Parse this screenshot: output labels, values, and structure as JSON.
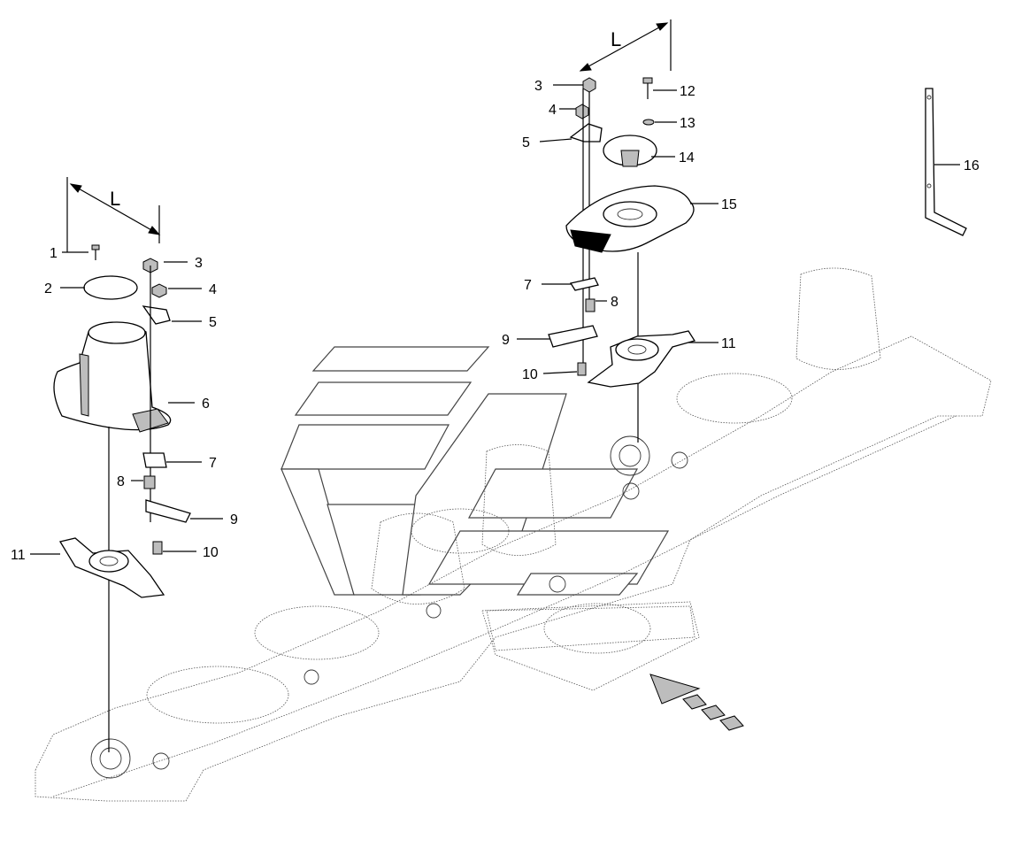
{
  "dimension_label": "L",
  "callouts": {
    "left": [
      {
        "n": "1"
      },
      {
        "n": "2"
      },
      {
        "n": "3"
      },
      {
        "n": "4"
      },
      {
        "n": "5"
      },
      {
        "n": "6"
      },
      {
        "n": "7"
      },
      {
        "n": "8"
      },
      {
        "n": "9"
      },
      {
        "n": "10"
      },
      {
        "n": "11"
      }
    ],
    "right": [
      {
        "n": "3"
      },
      {
        "n": "4"
      },
      {
        "n": "5"
      },
      {
        "n": "12"
      },
      {
        "n": "13"
      },
      {
        "n": "14"
      },
      {
        "n": "15"
      },
      {
        "n": "7"
      },
      {
        "n": "8"
      },
      {
        "n": "9"
      },
      {
        "n": "10"
      },
      {
        "n": "11"
      },
      {
        "n": "16"
      }
    ]
  }
}
